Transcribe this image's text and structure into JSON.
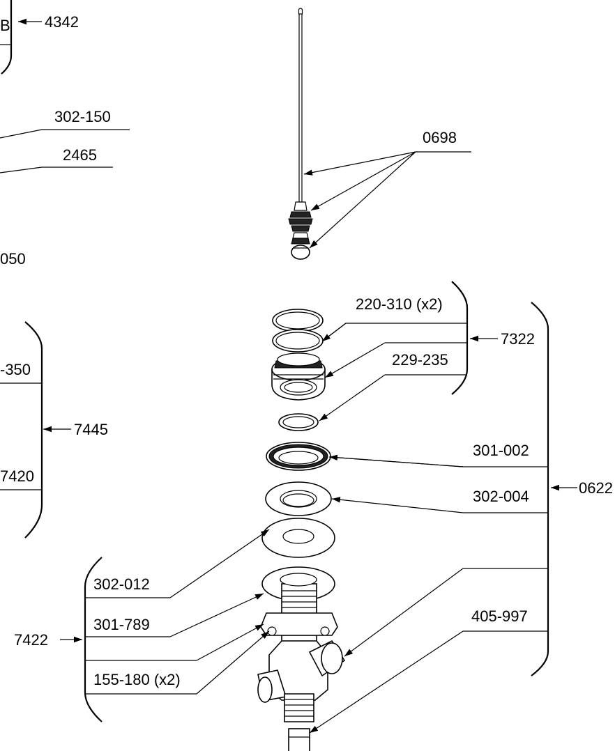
{
  "labels": {
    "p4342": "4342",
    "p302_150": "302-150",
    "p2465": "2465",
    "p050": "050",
    "p0698": "0698",
    "p220_310": "220-310 (x2)",
    "p7322": "7322",
    "p229_235": "229-235",
    "p350": "-350",
    "p7445": "7445",
    "p7420": "7420",
    "p301_002": "301-002",
    "p302_004": "302-004",
    "p0622": "0622",
    "p302_012": "302-012",
    "p301_789": "301-789",
    "p405_997": "405-997",
    "p7422": "7422",
    "p155_180": "155-180 (x2)",
    "p_edge_b": "B"
  }
}
